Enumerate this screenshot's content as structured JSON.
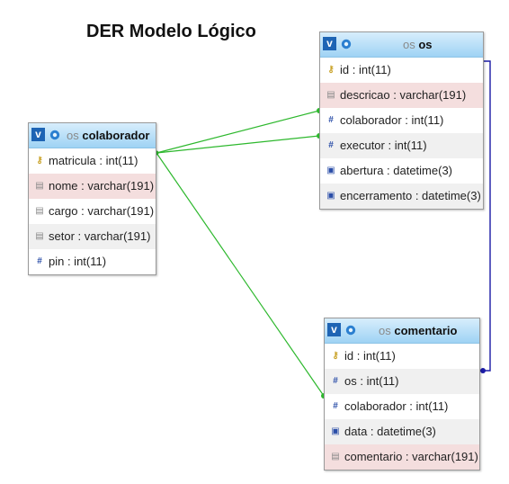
{
  "title": "DER Modelo Lógico",
  "tables": {
    "colaborador": {
      "db": "os",
      "name": "colaborador",
      "columns": [
        {
          "text": "matricula : int(11)",
          "icon": "key-icon"
        },
        {
          "text": "nome : varchar(191)",
          "icon": "text-field-icon"
        },
        {
          "text": "cargo : varchar(191)",
          "icon": "text-field-icon"
        },
        {
          "text": "setor : varchar(191)",
          "icon": "text-field-icon"
        },
        {
          "text": "pin : int(11)",
          "icon": "number-field-icon"
        }
      ]
    },
    "os": {
      "db": "os",
      "name": "os",
      "columns": [
        {
          "text": "id : int(11)",
          "icon": "key-icon"
        },
        {
          "text": "descricao : varchar(191)",
          "icon": "text-field-icon"
        },
        {
          "text": "colaborador : int(11)",
          "icon": "number-field-icon"
        },
        {
          "text": "executor : int(11)",
          "icon": "number-field-icon"
        },
        {
          "text": "abertura : datetime(3)",
          "icon": "date-field-icon"
        },
        {
          "text": "encerramento : datetime(3)",
          "icon": "date-field-icon"
        }
      ]
    },
    "comentario": {
      "db": "os",
      "name": "comentario",
      "columns": [
        {
          "text": "id : int(11)",
          "icon": "key-icon"
        },
        {
          "text": "os : int(11)",
          "icon": "number-field-icon"
        },
        {
          "text": "colaborador : int(11)",
          "icon": "number-field-icon"
        },
        {
          "text": "data : datetime(3)",
          "icon": "date-field-icon"
        },
        {
          "text": "comentario : varchar(191)",
          "icon": "text-field-icon"
        }
      ]
    }
  },
  "relations": [
    {
      "from": "colaborador.matricula",
      "to": "os.colaborador",
      "color": "#2db82d"
    },
    {
      "from": "colaborador.matricula",
      "to": "os.executor",
      "color": "#2db82d"
    },
    {
      "from": "colaborador.matricula",
      "to": "comentario.colaborador",
      "color": "#2db82d"
    },
    {
      "from": "os.id",
      "to": "comentario.os",
      "color": "#1a1aa6"
    }
  ]
}
